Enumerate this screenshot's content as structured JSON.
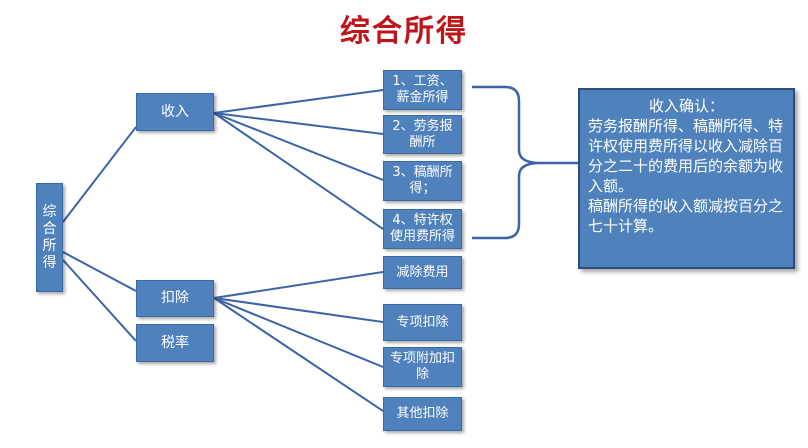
{
  "title": "综合所得",
  "root": {
    "label": "综合所得"
  },
  "income": {
    "label": "收入",
    "items": [
      "1、工资、薪金所得",
      "2、劳务报酬所",
      "3、稿酬所得；",
      "4、特许权使用费所得"
    ]
  },
  "deduction": {
    "label": "扣除",
    "items": [
      "减除费用",
      "专项扣除",
      "专项附加扣除",
      "其他扣除"
    ]
  },
  "tax_rate": {
    "label": "税率"
  },
  "note": {
    "heading": "收入确认：",
    "body": "劳务报酬所得、稿酬所得、特许权使用费所得以收入减除百分之二十的费用后的余额为收入额。",
    "body2": "稿酬所得的收入额减按百分之七十计算。"
  },
  "colors": {
    "box": "#4f81bd",
    "line": "#3b64a6",
    "title": "#c0141b"
  }
}
